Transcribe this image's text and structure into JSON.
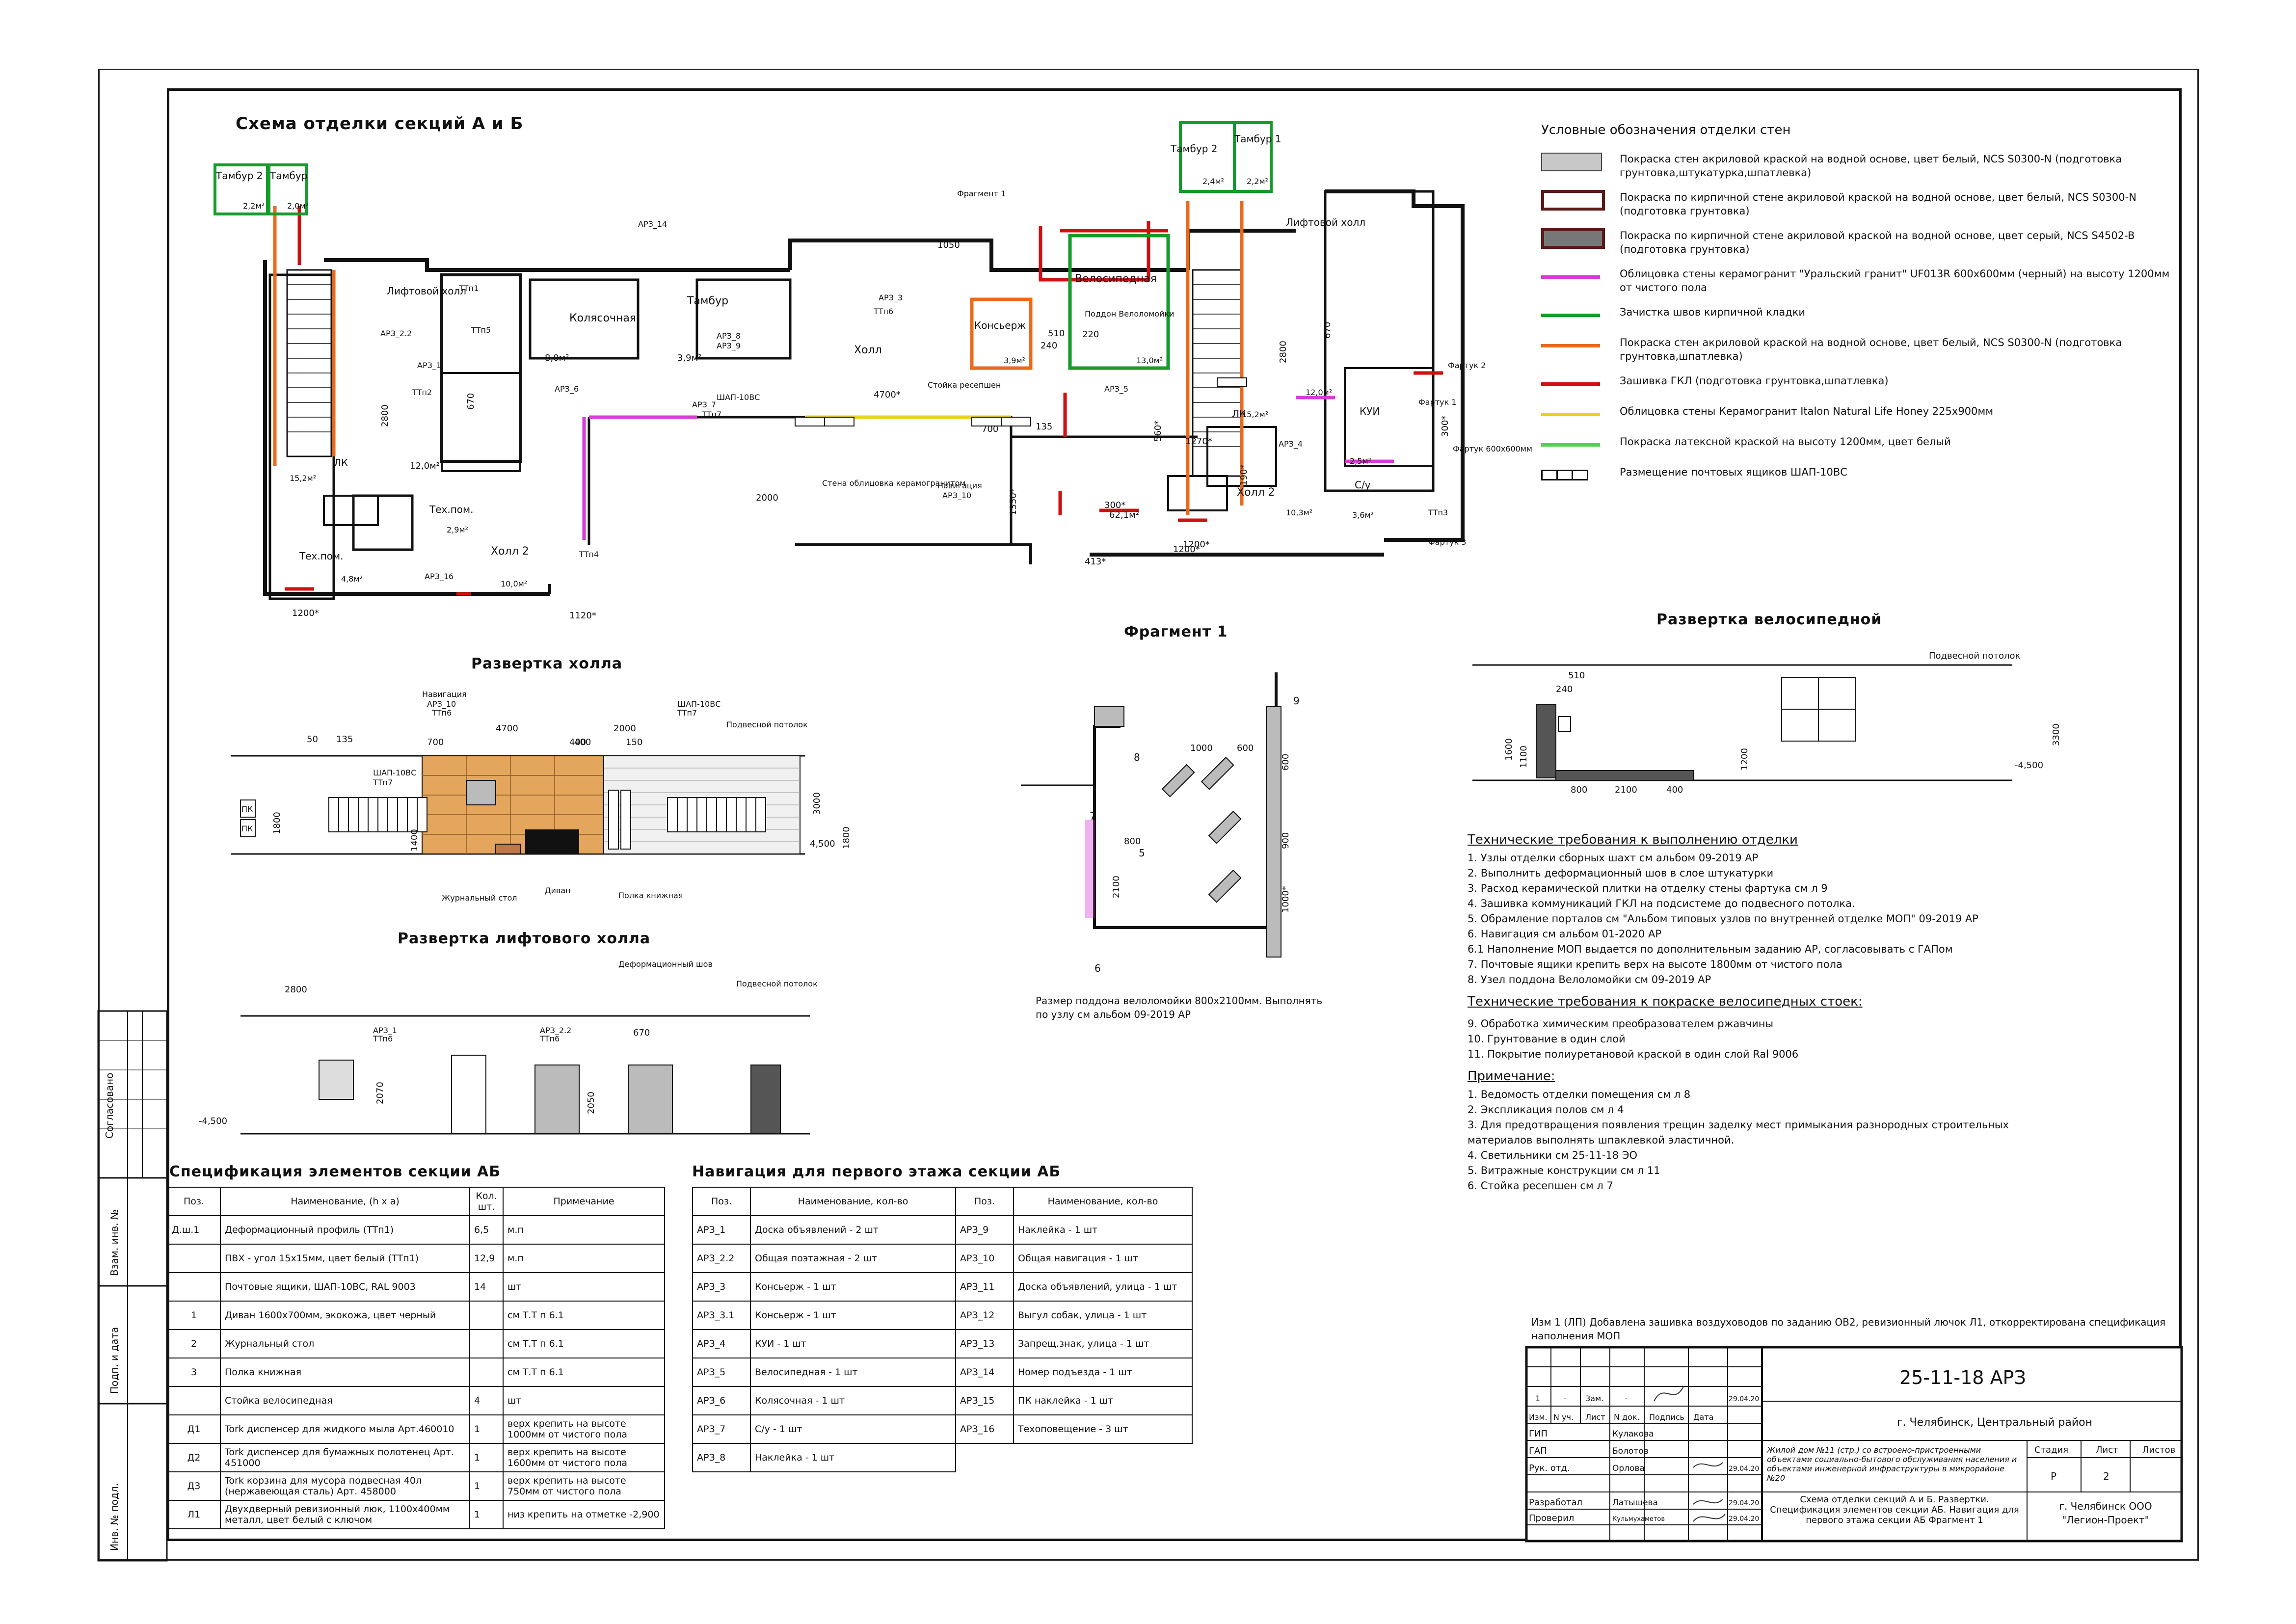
{
  "sheet": {
    "schema_title": "Схема отделки секций А и Б",
    "fragment_title": "Фрагмент 1",
    "hall_unfold_title": "Развертка холла",
    "lift_hall_unfold_title": "Развертка лифтового холла",
    "bike_unfold_title": "Развертка велосипедной",
    "side_label": "Согласовано",
    "side_cells": [
      "Взам. инв. №",
      "Подп. и дата",
      "Инв. № подл."
    ]
  },
  "plan": {
    "rooms": [
      {
        "name": "Тамбур 2",
        "area": "2,2м²"
      },
      {
        "name": "Тамбур",
        "area": "2,0м²"
      },
      {
        "name": "Лифтовой холл",
        "area": "12,0м²"
      },
      {
        "name": "Колясочная",
        "area": "8,0м²"
      },
      {
        "name": "Тамбур",
        "area": "3,9м²"
      },
      {
        "name": "Холл",
        "area": ""
      },
      {
        "name": "Консьерж",
        "area": "3,9м²"
      },
      {
        "name": "Велосипедная",
        "area": "13,0м²"
      },
      {
        "name": "Тамбур 2",
        "area": "2,4м²"
      },
      {
        "name": "Тамбур 1",
        "area": "2,2м²"
      },
      {
        "name": "Лифтовой холл",
        "area": "12,0м²"
      },
      {
        "name": "ЛК",
        "area": "15,2м²"
      },
      {
        "name": "Тех.пом.",
        "area": "2,9м²"
      },
      {
        "name": "Холл 2",
        "area": "10,0м²"
      },
      {
        "name": "Тех.пом.",
        "area": "4,8м²"
      },
      {
        "name": "КУИ",
        "area": "2,5м²"
      },
      {
        "name": "С/у",
        "area": "3,6м²"
      },
      {
        "name": "Холл 2",
        "area": "10,3м²"
      },
      {
        "name": "ЛК",
        "area": "15,2м²"
      }
    ],
    "labels": [
      "ТТп1",
      "ТТп5",
      "ТТп2",
      "ТТп6",
      "ТТп7",
      "ТТп4",
      "ТТп3",
      "АРЗ_14",
      "АРЗ_2.2",
      "АРЗ_1",
      "АРЗ_8",
      "АРЗ_9",
      "АРЗ_3",
      "АРЗ_6",
      "АРЗ_5",
      "АРЗ_7",
      "АРЗ_4",
      "АРЗ_16",
      "АРЗ_10",
      "ШАП-10ВС",
      "Навигация",
      "Стойка ресепшен",
      "Стена облицовка керамогранитом",
      "Поддон Велоломойки",
      "Фрагмент 1",
      "Фартук 1",
      "Фартук 2",
      "Фартук 3",
      "Фартук 600х600мм"
    ],
    "dims": [
      "1050",
      "4700*",
      "2000",
      "700",
      "1200*",
      "1120*",
      "1270*",
      "1200*",
      "2800",
      "2800",
      "670",
      "670",
      "510",
      "240",
      "220",
      "135",
      "300*",
      "413*",
      "560*",
      "1350*",
      "62,1м²",
      "300*",
      "190*",
      "1200*"
    ]
  },
  "legend": {
    "title": "Условные обозначения отделки стен",
    "items": [
      {
        "swatch": "gray",
        "text": "Покраска стен акриловой краской на водной основе, цвет белый, NCS S0300-N (подготовка грунтовка,штукатурка,шпатлевка)"
      },
      {
        "swatch": "brick-light",
        "text": "Покраска по кирпичной стене акриловой краской на водной основе, цвет белый, NCS S0300-N (подготовка грунтовка)"
      },
      {
        "swatch": "brick-dark",
        "text": "Покраска по кирпичной стене акриловой краской на водной основе, цвет серый, NCS S4502-B (подготовка грунтовка)"
      },
      {
        "swatch": "magenta",
        "text": "Облицовка стены керамогранит \"Уральский гранит\" UF013R 600х600мм (черный) на высоту 1200мм от чистого пола"
      },
      {
        "swatch": "green",
        "text": "Зачистка швов кирпичной кладки"
      },
      {
        "swatch": "orange",
        "text": "Покраска стен акриловой краской на водной основе, цвет белый, NCS S0300-N (подготовка грунтовка,шпатлевка)"
      },
      {
        "swatch": "red",
        "text": "Зашивка ГКЛ (подготовка грунтовка,шпатлевка)"
      },
      {
        "swatch": "yellow",
        "text": "Облицовка стены Керамогранит Italon Natural Life Honey 225х900мм"
      },
      {
        "swatch": "lightgreen",
        "text": "Покраска латексной краской на высоту 1200мм, цвет белый"
      },
      {
        "swatch": "mailbox",
        "text": "Размещение почтовых ящиков ШАП-10ВС"
      }
    ],
    "colors": {
      "magenta": "#d63cd6",
      "green": "#159a2c",
      "orange": "#e86a1a",
      "red": "#d01010",
      "yellow": "#e8d21a",
      "lightgreen": "#4fd44f",
      "gray": "#c8c8c8"
    }
  },
  "hall_unfold": {
    "labels": [
      "Навигация",
      "АРЗ_10",
      "ТТп6",
      "ШАП-10ВС",
      "ТТп7",
      "Подвесной потолок",
      "ШАП-10ВС",
      "ТТп7",
      "ПК",
      "ПК",
      "Журнальный стол",
      "Диван",
      "Полка книжная"
    ],
    "dims": [
      "50",
      "135",
      "4700",
      "2000",
      "400",
      "150",
      "700",
      "400",
      "1800",
      "1400",
      "3000",
      "1800",
      "4,500"
    ]
  },
  "lift_unfold": {
    "labels": [
      "Деформационный шов",
      "Подвесной потолок",
      "АРЗ_1",
      "ТТп6",
      "АРЗ_2.2",
      "ТТп6"
    ],
    "dims": [
      "2800",
      "670",
      "2070",
      "2050",
      "-4,500"
    ]
  },
  "fragment": {
    "note": "Размер поддона велоломойки 800х2100мм. Выполнять по узлу см альбом 09-2019 АР",
    "dims": [
      "1000",
      "600",
      "600",
      "900",
      "1000*",
      "800",
      "2100"
    ],
    "callouts": [
      "5",
      "6",
      "7",
      "8",
      "9"
    ]
  },
  "bike_unfold": {
    "labels": [
      "Подвесной потолок"
    ],
    "dims": [
      "510",
      "240",
      "1600",
      "1100",
      "800",
      "2100",
      "400",
      "1200",
      "3300",
      "-4,500"
    ]
  },
  "notes": {
    "tech_title": "Технические требования к выполнению отделки",
    "tech_items": [
      "1.  Узлы отделки сборных шахт см альбом 09-2019 АР",
      "2. Выполнить деформационный шов в слое штукатурки",
      "3. Расход керамической плитки на отделку стены фартука см л 9",
      "4. Зашивка коммуникаций ГКЛ на подсистеме до подвесного потолка.",
      "5. Обрамление порталов см  \"Альбом типовых узлов по внутренней отделке МОП\" 09-2019 АР",
      "6. Навигация см альбом 01-2020 АР",
      "6.1 Наполнение МОП выдается по дополнительным заданию АР, согласовывать с ГАПом",
      "7. Почтовые ящики крепить верх на высоте 1800мм от чистого пола",
      "8. Узел поддона Велоломойки см 09-2019 АР"
    ],
    "bike_title": "Технические требования к покраске велосипедных стоек:",
    "bike_items": [
      "9. Обработка химическим преобразователем ржавчины",
      "10. Грунтование в один слой",
      "11. Покрытие полиуретановой краской в один слой  Ral 9006"
    ],
    "remark_title": "Примечание:",
    "remark_items": [
      "1. Ведомость отделки помещения см л 8",
      "2. Экспликация полов см л 4",
      "3. Для предотвращения появления трещин заделку мест примыкания разнородных строительных материалов выполнять шпаклевкой эластичной.",
      "4. Светильники см 25-11-18 ЭО",
      "5. Витражные конструкции см л 11",
      "6. Стойка ресепшен см л 7"
    ]
  },
  "spec": {
    "title": "Спецификация элементов секции АБ",
    "headers": [
      "Поз.",
      "Наименование, (h х a)",
      "Кол. шт.",
      "Примечание"
    ],
    "rows": [
      [
        "Д.ш.1",
        "Деформационный профиль (ТТп1)",
        "6,5",
        "м.п"
      ],
      [
        "",
        "ПВХ - угол 15х15мм, цвет белый (ТТп1)",
        "12,9",
        "м.п"
      ],
      [
        "",
        "Почтовые ящики, ШАП-10ВС, RAL 9003",
        "14",
        "шт"
      ],
      [
        "1",
        "Диван 1600х700мм, экокожа, цвет черный",
        "",
        "см Т.Т п 6.1"
      ],
      [
        "2",
        "Журнальный стол",
        "",
        "см Т.Т п 6.1"
      ],
      [
        "3",
        "Полка книжная",
        "",
        "см Т.Т п 6.1"
      ],
      [
        "",
        "Стойка велосипедная",
        "4",
        "шт"
      ],
      [
        "Д1",
        "Tork диспенсер для жидкого мыла Арт.460010",
        "1",
        "верх крепить на высоте 1000мм от чистого пола"
      ],
      [
        "Д2",
        "Tork диспенсер для бумажных полотенец Арт. 451000",
        "1",
        "верх крепить на высоте 1600мм от чистого пола"
      ],
      [
        "Д3",
        "Tork корзина для мусора подвесная 40л (нержавеющая сталь) Арт. 458000",
        "1",
        "верх крепить на высоте 750мм от чистого пола"
      ],
      [
        "Л1",
        "Двухдверный ревизионный люк, 1100х400мм металл, цвет белый с ключом",
        "1",
        "низ крепить на отметке -2,900"
      ]
    ]
  },
  "nav": {
    "title": "Навигация для первого этажа секции АБ",
    "headers": [
      "Поз.",
      "Наименование, кол-во",
      "Поз.",
      "Наименование, кол-во"
    ],
    "rows": [
      [
        "АРЗ_1",
        "Доска объявлений - 2 шт",
        "АРЗ_9",
        "Наклейка - 1 шт"
      ],
      [
        "АРЗ_2.2",
        "Общая поэтажная - 2 шт",
        "АРЗ_10",
        "Общая навигация - 1 шт"
      ],
      [
        "АРЗ_3",
        "Консьерж - 1 шт",
        "АРЗ_11",
        "Доска объявлений, улица - 1 шт"
      ],
      [
        "АРЗ_3.1",
        "Консьерж - 1 шт",
        "АРЗ_12",
        "Выгул собак, улица - 1 шт"
      ],
      [
        "АРЗ_4",
        "КУИ - 1 шт",
        "АРЗ_13",
        "Запрещ.знак, улица - 1 шт"
      ],
      [
        "АРЗ_5",
        "Велосипедная - 1 шт",
        "АРЗ_14",
        "Номер подъезда - 1 шт"
      ],
      [
        "АРЗ_6",
        "Колясочная - 1 шт",
        "АРЗ_15",
        "ПК наклейка - 1 шт"
      ],
      [
        "АРЗ_7",
        "С/у - 1 шт",
        "АРЗ_16",
        "Техоповещение - 3 шт"
      ],
      [
        "АРЗ_8",
        "Наклейка - 1 шт",
        "",
        ""
      ]
    ]
  },
  "stamp": {
    "change_note": "Изм 1 (ЛП) Добавлена зашивка воздуховодов по заданию ОВ2, ревизионный лючок Л1, откорректирована спецификация наполнения МОП",
    "code": "25-11-18   АРЗ",
    "location": "г. Челябинск, Центральный район",
    "rev_row": [
      "1",
      "-",
      "Зам.",
      "-",
      "",
      "29.04.20"
    ],
    "head": [
      "Изм.",
      "N уч.",
      "Лист",
      "N док.",
      "Подпись",
      "Дата"
    ],
    "object": "Жилой дом №11 (стр.) со встроено-пристроенными объектами социально-бытового обслуживания населения и объектами инженерной инфраструктуры в микрорайоне №20",
    "stage_head": [
      "Стадия",
      "Лист",
      "Листов"
    ],
    "stage_vals": [
      "Р",
      "2",
      ""
    ],
    "people": [
      [
        "ГИП",
        "Кулакова",
        ""
      ],
      [
        "ГАП",
        "Болотов",
        ""
      ],
      [
        "Рук. отд.",
        "Орлова",
        "29.04.20"
      ],
      [
        "Разработал",
        "Латышева",
        "29.04.20"
      ],
      [
        "Проверил",
        "Кульмухаметов",
        "29.04.20"
      ]
    ],
    "sheet_name": "Схема отделки секций А и Б. Развертки. Спецификация элементов секции АБ. Навигация для первого этажа секции АБ Фрагмент 1",
    "org": "г. Челябинск ООО \"Легион-Проект\""
  }
}
